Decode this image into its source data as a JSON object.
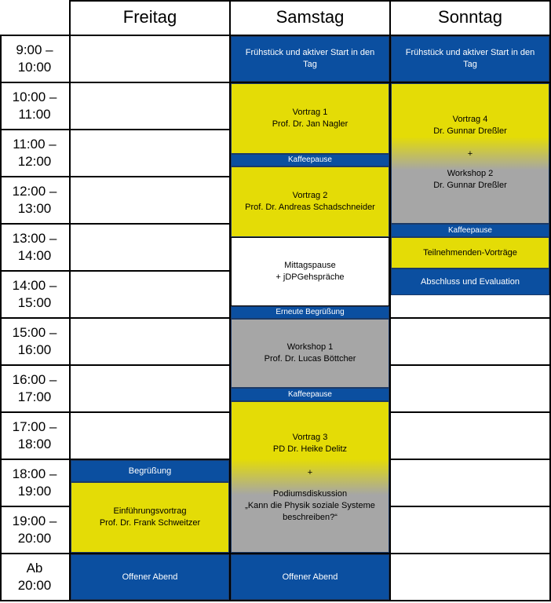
{
  "days": [
    "Freitag",
    "Samstag",
    "Sonntag"
  ],
  "times": [
    "9:00 –\n10:00",
    "10:00 –\n11:00",
    "11:00 –\n12:00",
    "12:00 –\n13:00",
    "13:00 –\n14:00",
    "14:00 –\n15:00",
    "15:00 –\n16:00",
    "16:00 –\n17:00",
    "17:00 –\n18:00",
    "18:00 –\n19:00",
    "19:00 –\n20:00",
    "Ab\n20:00"
  ],
  "freitag": {
    "begruessung": "Begrüßung",
    "einfuehrung": [
      "Einführungsvortrag",
      "Prof. Dr. Frank Schweitzer"
    ],
    "abend": "Offener Abend"
  },
  "samstag": {
    "fruehstueck": [
      "Frühstück und aktiver Start in den",
      "Tag"
    ],
    "vortrag1": [
      "Vortrag 1",
      "Prof. Dr. Jan Nagler"
    ],
    "kaffee1": "Kaffeepause",
    "vortrag2": [
      "Vortrag 2",
      "Prof. Dr. Andreas Schadschneider"
    ],
    "mittag": [
      "Mittagspause",
      "+ jDPGehspräche"
    ],
    "erneut": "Erneute Begrüßung",
    "workshop1": [
      "Workshop 1",
      "Prof. Dr. Lucas Böttcher"
    ],
    "kaffee2": "Kaffeepause",
    "vortrag3": [
      "Vortrag 3",
      "PD Dr. Heike Delitz",
      "+",
      "Podiumsdiskussion",
      "„Kann die Physik soziale Systeme",
      "beschreiben?“"
    ],
    "abend": "Offener Abend"
  },
  "sonntag": {
    "fruehstueck": [
      "Frühstück und aktiver Start in den",
      "Tag"
    ],
    "vortrag4": [
      "Vortrag 4",
      "Dr. Gunnar  Dreßler",
      "+",
      "Workshop 2",
      "Dr. Gunnar  Dreßler"
    ],
    "kaffee": "Kaffeepause",
    "teilnehmer": "Teilnehmenden-Vorträge",
    "abschluss": "Abschluss und Evaluation"
  },
  "colors": {
    "blue": "#0b4fa0",
    "yellow": "#e4dc06",
    "gray": "#a6a6a6"
  }
}
